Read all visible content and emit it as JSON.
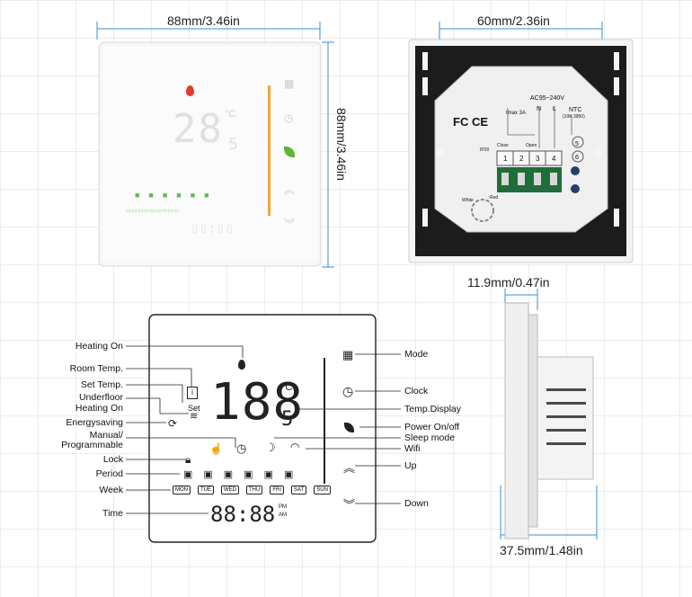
{
  "dimensions": {
    "front_width": "88mm/3.46in",
    "front_height": "88mm/3.46in",
    "back_width": "60mm/2.36in",
    "side_thickness": "11.9mm/0.47in",
    "side_depth": "37.5mm/1.48in"
  },
  "display_demo": {
    "temp_digits": "28",
    "temp_decimal": "5",
    "unit": "°C"
  },
  "diagram_display": {
    "temp_digits": "188",
    "temp_decimal": "5",
    "unit": "°C",
    "time": "88:88",
    "pm": "PM",
    "am": "AM",
    "set": "Set"
  },
  "left_labels": {
    "heating_on": "Heating On",
    "room_temp": "Room Temp.",
    "set_temp": "Set  Temp.",
    "underfloor": "Underfloor",
    "underfloor_heating": "Heating On",
    "energysaving": "Energysaving",
    "manual": "Manual/",
    "programmable": "Programmable",
    "lock": "Lock",
    "period": "Period",
    "week": "Week",
    "time": "Time"
  },
  "right_labels": {
    "mode": "Mode",
    "clock": "Clock",
    "temp_display": "Temp.Display",
    "power": "Power On/off",
    "sleep": "Sleep mode",
    "wifi": "Wifi",
    "up": "Up",
    "down": "Down"
  },
  "weekdays": [
    "MON",
    "TUE",
    "WED",
    "THU",
    "FRI",
    "SAT",
    "SUN"
  ],
  "back_panel": {
    "voltage": "AC95~240V",
    "max_current": "Imax 3A",
    "terminal_n": "N",
    "terminal_l": "L",
    "ntc": "NTC",
    "ntc_spec": "(10K 3950)",
    "ip20": "IP20",
    "close": "Close",
    "open": "Open",
    "terminals": [
      "1",
      "2",
      "3",
      "4"
    ],
    "extra_terminals": [
      "5",
      "6"
    ],
    "white": "White",
    "red": "Red",
    "marks": "FC CE"
  },
  "colors": {
    "accent_orange": "#f2a63a",
    "flame_red": "#e8392b",
    "leaf_green": "#5fb53a",
    "icon_green": "#58c24a",
    "back_black": "#1c1c1c",
    "terminal_green": "#1f6e3a"
  }
}
